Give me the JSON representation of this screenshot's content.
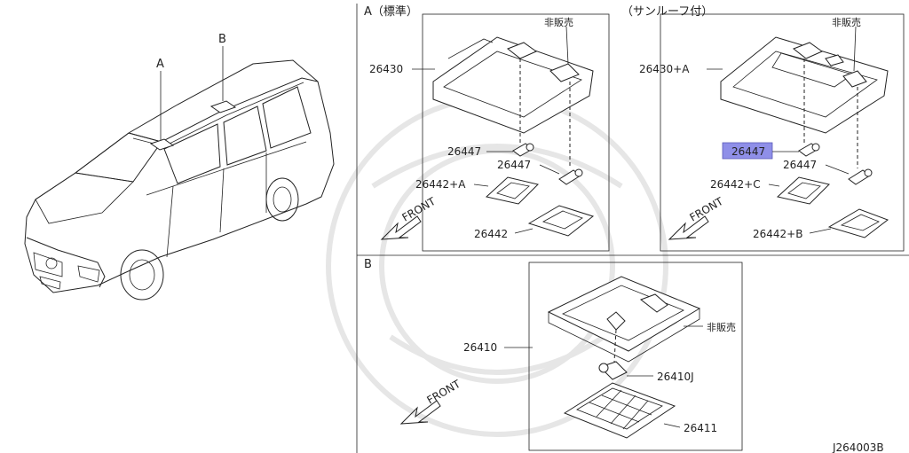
{
  "sections": {
    "a": {
      "label": "A（標準）"
    },
    "sunroof": {
      "label": "（サンルーフ付）"
    },
    "b": {
      "label": "B"
    }
  },
  "car_callouts": {
    "a": "A",
    "b": "B"
  },
  "panel_a": {
    "lamp_assy": "26430",
    "not_sold": "非販売",
    "bulb_1": "26447",
    "bulb_2": "26447",
    "lens_1": "26442+A",
    "lens_2": "26442",
    "front": "FRONT"
  },
  "panel_sunroof": {
    "lamp_assy": "26430+A",
    "not_sold": "非販売",
    "bulb_1": "26447",
    "bulb_2": "26447",
    "lens_1": "26442+C",
    "lens_2": "26442+B",
    "front": "FRONT"
  },
  "panel_b": {
    "lamp_assy": "26410",
    "not_sold": "非販売",
    "bulb": "26410J",
    "lens": "26411",
    "front": "FRONT"
  },
  "diagram_code": "J264003B",
  "colors": {
    "highlight": "#8f8fe8",
    "line": "#222222"
  }
}
